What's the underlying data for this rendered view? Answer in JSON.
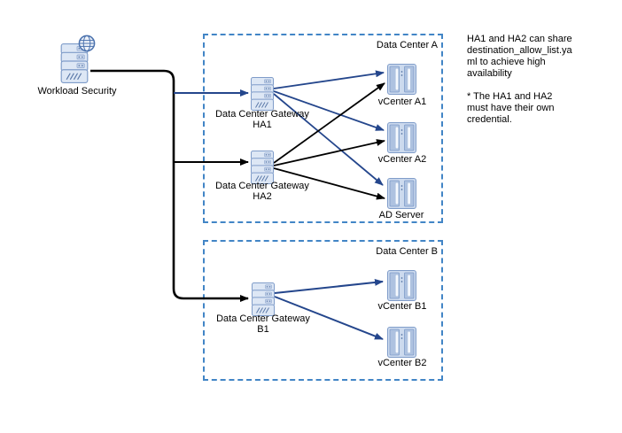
{
  "diagram": {
    "workload": {
      "label": "Workload Security",
      "icon": "server-tower-with-globe"
    },
    "data_center_a": {
      "title": "Data Center A",
      "gateway_ha1": {
        "label": "Data Center Gateway\nHA1",
        "icon": "server-tower"
      },
      "gateway_ha2": {
        "label": "Data Center Gateway\nHA2",
        "icon": "server-tower"
      },
      "vcenter_a1": {
        "label": "vCenter A1",
        "icon": "server-rack"
      },
      "vcenter_a2": {
        "label": "vCenter A2",
        "icon": "server-rack"
      },
      "ad_server": {
        "label": "AD Server",
        "icon": "server-rack"
      }
    },
    "data_center_b": {
      "title": "Data Center B",
      "gateway_b1": {
        "label": "Data Center Gateway\nB1",
        "icon": "server-tower"
      },
      "vcenter_b1": {
        "label": "vCenter B1",
        "icon": "server-rack"
      },
      "vcenter_b2": {
        "label": "vCenter B2",
        "icon": "server-rack"
      }
    },
    "note": "HA1 and HA2 can share\ndestination_allow_list.ya\nml to achieve high\navailability\n\n* The HA1 and HA2\nmust have their own\ncredential.",
    "colors": {
      "connector_blue": "#24468c",
      "connector_black": "#000000",
      "box_dash_blue": "#4285c6",
      "icon_border": "#7f9cc9",
      "icon_fill": "#dde7f5",
      "icon_panel": "#aec2e0",
      "icon_detail": "#5b79a8"
    }
  }
}
